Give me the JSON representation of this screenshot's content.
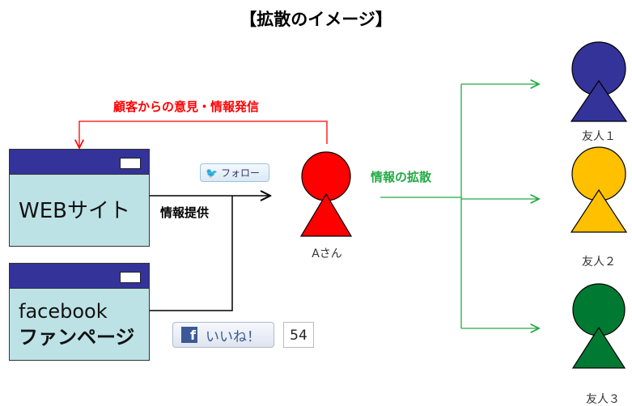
{
  "title": "【拡散のイメージ】",
  "feedback_label": "顧客からの意見・情報発信",
  "provide_label": "情報提供",
  "spread_label": "情報の拡散",
  "web_box": {
    "label": "WEBサイト"
  },
  "fb_box": {
    "line1": "facebook",
    "line2": "ファンページ"
  },
  "twitter_button": {
    "label": "フォロー"
  },
  "like_button": {
    "label": "いいね！",
    "count": "54"
  },
  "person_a": {
    "label": "Aさん",
    "color": "#ff0000"
  },
  "friends": [
    {
      "label": "友人１",
      "color": "#333399"
    },
    {
      "label": "友人２",
      "color": "#ffc000"
    },
    {
      "label": "友人３",
      "color": "#007a33"
    }
  ],
  "colors": {
    "feedback": "#ff0000",
    "spread": "#22aa44",
    "window_bar": "#333399",
    "window_body": "#bde2e6"
  }
}
